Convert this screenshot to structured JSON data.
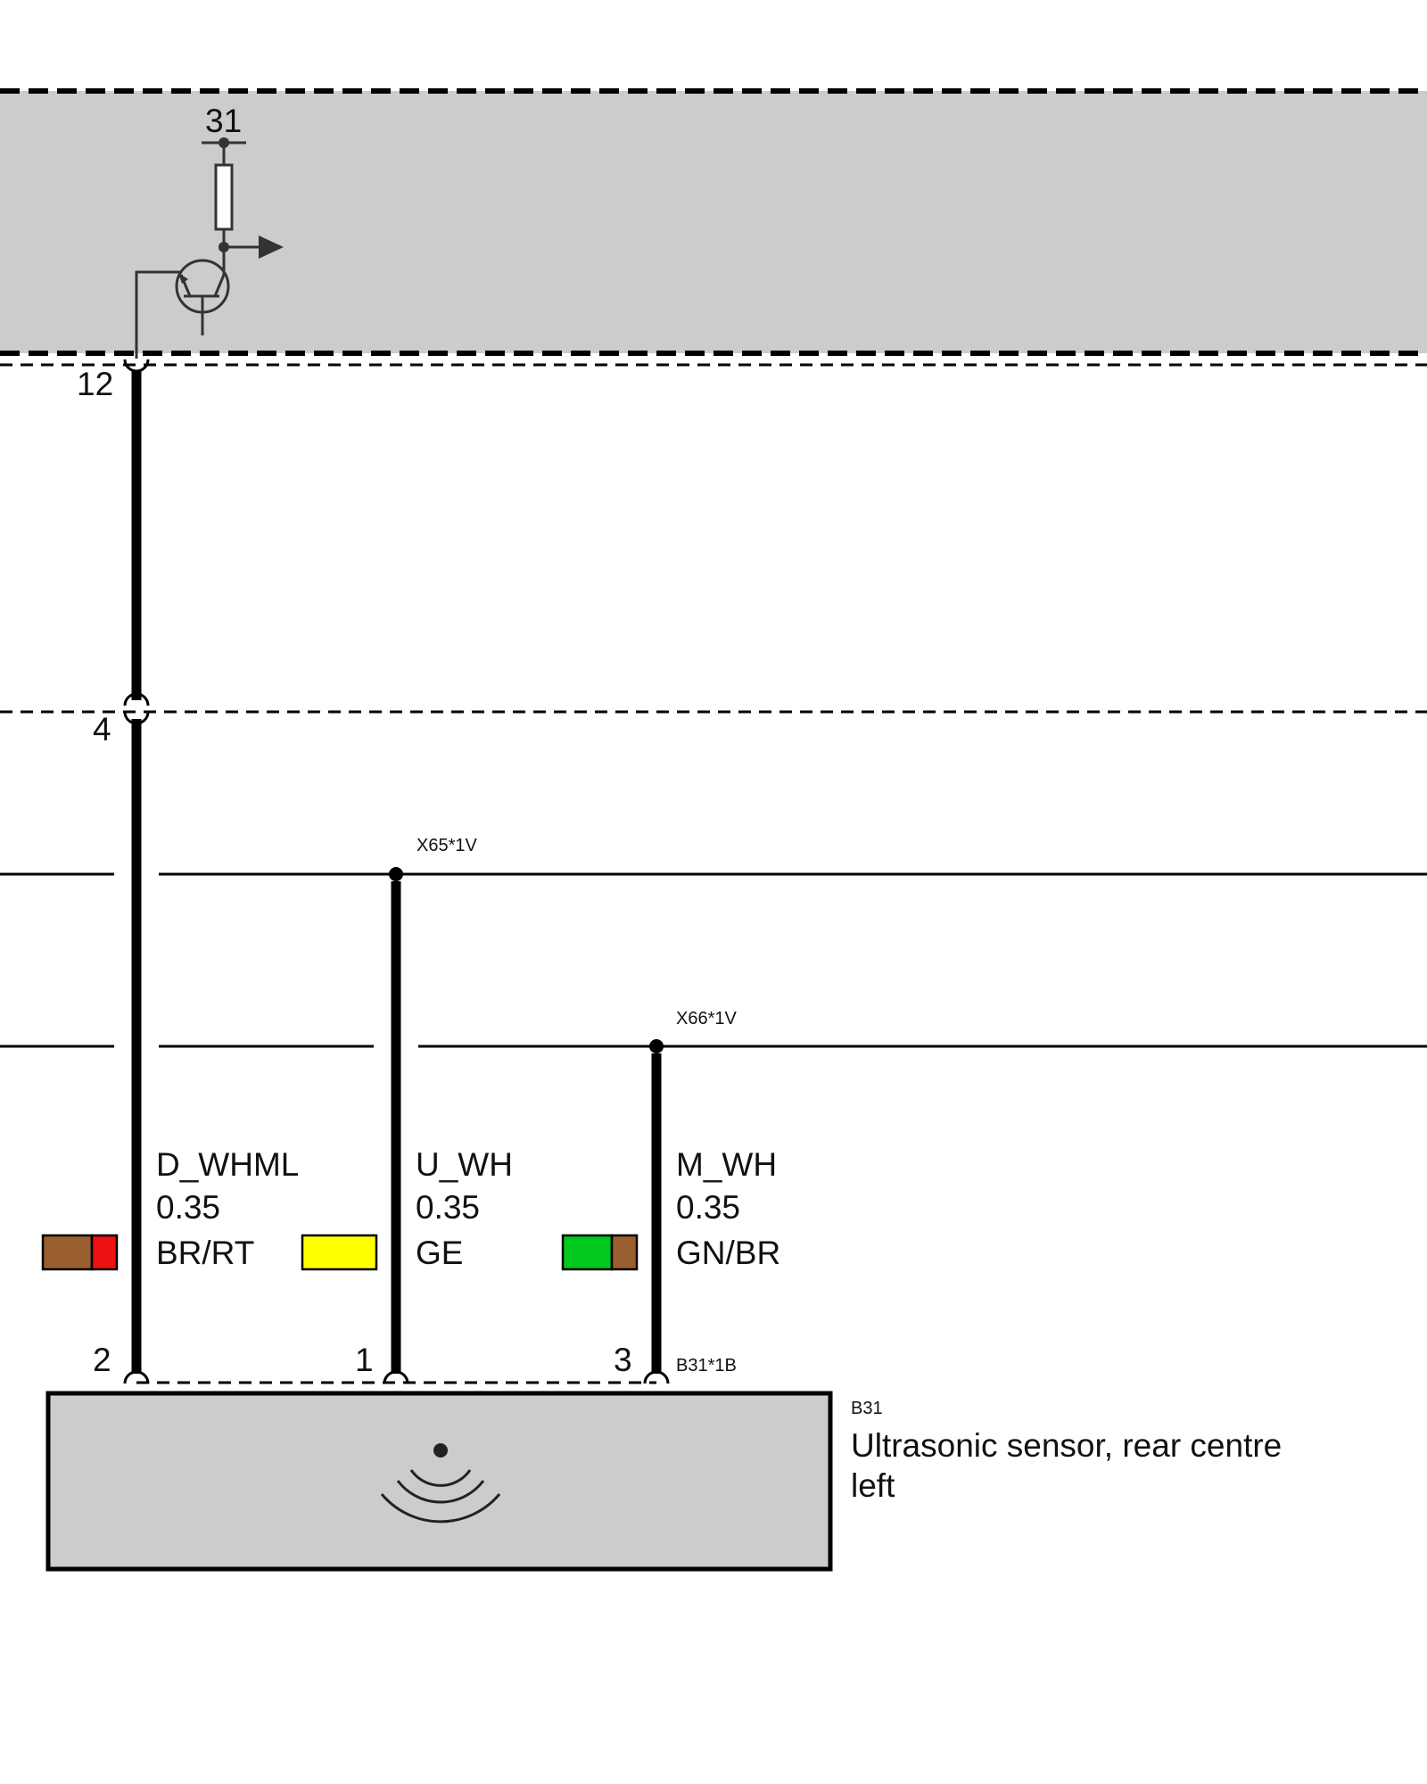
{
  "module": {
    "ground_label": "31",
    "pin": "12"
  },
  "connector_mid": {
    "pin": "4"
  },
  "splices": [
    {
      "id": "X65*1V"
    },
    {
      "id": "X66*1V"
    }
  ],
  "wires": [
    {
      "signal": "D_WHML",
      "gauge": "0.35",
      "color_code": "BR/RT",
      "colors": [
        "#9a5f2e",
        "#ee1111"
      ],
      "pin": "2"
    },
    {
      "signal": "U_WH",
      "gauge": "0.35",
      "color_code": "GE",
      "colors": [
        "#ffff00"
      ],
      "pin": "1"
    },
    {
      "signal": "M_WH",
      "gauge": "0.35",
      "color_code": "GN/BR",
      "colors": [
        "#00c81e",
        "#9a5f2e"
      ],
      "pin": "3"
    }
  ],
  "component": {
    "connector": "B31*1B",
    "id": "B31",
    "name_line1": "Ultrasonic sensor, rear centre",
    "name_line2": "left"
  },
  "colors": {
    "module_fill": "#cccccc",
    "component_fill": "#cccccc"
  }
}
